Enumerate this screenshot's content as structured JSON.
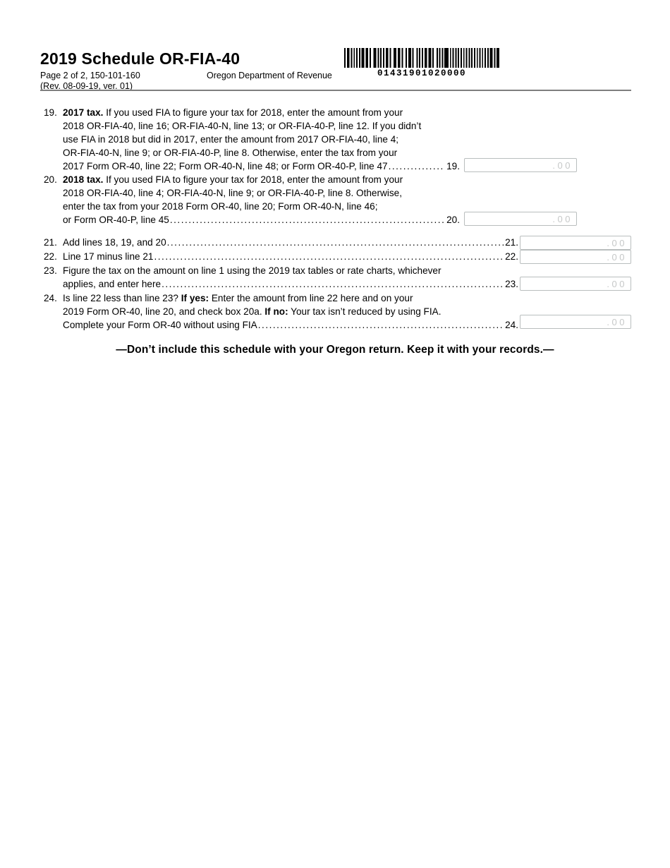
{
  "header": {
    "title": "2019 Schedule OR-FIA-40",
    "page_info": "Page 2 of 2, 150-101-160",
    "revision": "(Rev. 08-09-19, ver. 01)",
    "department": "Oregon Department of Revenue",
    "barcode_value": "01431901020000"
  },
  "form": {
    "amount_placeholder": ".00",
    "items": [
      {
        "number": "19.",
        "lines": [
          {
            "segs": [
              {
                "t": "2017 tax.",
                "b": true
              },
              {
                "t": " If you used FIA to figure your tax for 2018, enter the amount from your"
              }
            ]
          },
          {
            "segs": [
              {
                "t": "2018 OR-FIA-40, line 16; OR-FIA-40-N, line 13; or OR-FIA-40-P, line 12. If you didn’t"
              }
            ]
          },
          {
            "segs": [
              {
                "t": "use FIA in 2018 but did in 2017, enter the amount from 2017 OR-FIA-40, line 4;"
              }
            ]
          },
          {
            "segs": [
              {
                "t": "OR-FIA-40-N, line 9; or OR-FIA-40-P, line 8. Otherwise, enter the tax from your"
              }
            ]
          },
          {
            "segs": [
              {
                "t": "2017 Form OR-40, line 22; Form OR-40-N, line 48; or Form OR-40-P, line 47 "
              }
            ],
            "leader": true,
            "end": "19."
          }
        ]
      },
      {
        "number": "20.",
        "lines": [
          {
            "segs": [
              {
                "t": "2018 tax.",
                "b": true
              },
              {
                "t": " If you used FIA to figure your tax for 2018, enter the amount from your"
              }
            ]
          },
          {
            "segs": [
              {
                "t": "2018 OR-FIA-40, line 4; OR-FIA-40-N, line 9; or OR-FIA-40-P, line 8. Otherwise,"
              }
            ]
          },
          {
            "segs": [
              {
                "t": "enter the tax from your 2018 Form OR-40, line 20; Form OR-40-N, line 46;"
              }
            ]
          },
          {
            "segs": [
              {
                "t": "or Form OR-40-P, line 45 "
              }
            ],
            "leader": true,
            "end": "20."
          }
        ]
      },
      {
        "number": "21.",
        "lines": [
          {
            "segs": [
              {
                "t": "Add lines 18, 19, and 20 "
              }
            ],
            "leader": true,
            "end": "21."
          }
        ]
      },
      {
        "number": "22.",
        "lines": [
          {
            "segs": [
              {
                "t": "Line 17 minus line 21 "
              }
            ],
            "leader": true,
            "end": "22."
          }
        ]
      },
      {
        "number": "23.",
        "lines": [
          {
            "segs": [
              {
                "t": "Figure the tax on the amount on line 1 using the 2019 tax tables or rate charts, whichever"
              }
            ]
          },
          {
            "segs": [
              {
                "t": "applies, and enter here "
              }
            ],
            "leader": true,
            "end": "23."
          }
        ]
      },
      {
        "number": "24.",
        "lines": [
          {
            "segs": [
              {
                "t": "Is line 22 less than line 23? "
              },
              {
                "t": "If yes:",
                "b": true
              },
              {
                "t": " Enter the amount from line 22 here and on your"
              }
            ]
          },
          {
            "segs": [
              {
                "t": "2019 Form OR-40, line 20, and check box 20a. "
              },
              {
                "t": "If no:",
                "b": true
              },
              {
                "t": " Your tax isn’t reduced by using FIA."
              }
            ]
          },
          {
            "segs": [
              {
                "t": "Complete your Form OR-40 without using FIA"
              }
            ],
            "leader": true,
            "end": "24."
          }
        ]
      }
    ]
  },
  "footer": {
    "note": "—Don’t include this schedule with your Oregon return. Keep it with your records.—"
  }
}
